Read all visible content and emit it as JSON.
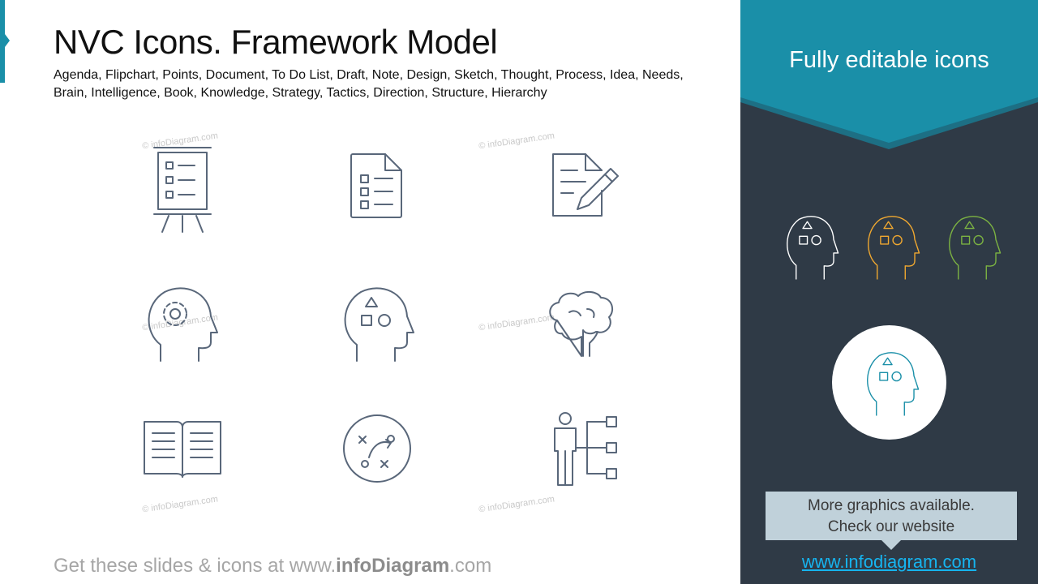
{
  "header": {
    "title": "NVC Icons. Framework Model",
    "subtitle": "Agenda, Flipchart, Points, Document, To Do List, Draft, Note, Design, Sketch, Thought, Process, Idea, Needs, Brain, Intelligence, Book, Knowledge, Strategy, Tactics, Direction, Structure, Hierarchy"
  },
  "icons": [
    "flipchart-icon",
    "todo-document-icon",
    "draft-note-icon",
    "head-gear-icon",
    "head-shapes-icon",
    "brain-icon",
    "book-icon",
    "strategy-tactics-icon",
    "hierarchy-structure-icon"
  ],
  "watermark": "© infoDiagram.com",
  "footer": {
    "prefix": "Get these slides & icons at www.",
    "brand": "infoDiagram",
    "suffix": ".com"
  },
  "panel": {
    "title": "Fully editable icons",
    "variant_colors": [
      "#ffffff",
      "#f0a830",
      "#7cb342",
      "#1a8fa8"
    ],
    "callout_line1": "More graphics available.",
    "callout_line2": "Check our website",
    "link": "www.infodiagram.com"
  },
  "colors": {
    "accent": "#1a8fa8",
    "panel_bg": "#2f3a46",
    "icon_stroke": "#59677a"
  }
}
